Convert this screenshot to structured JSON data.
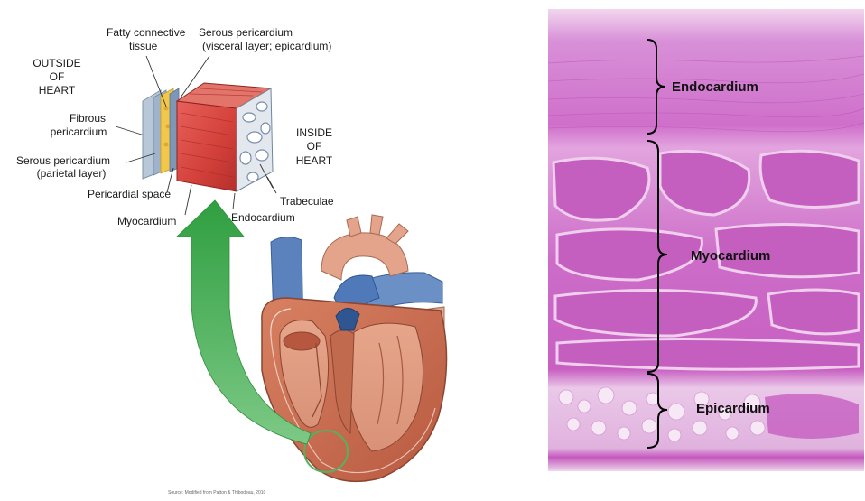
{
  "diagram": {
    "labels": {
      "fatty_line1": "Fatty connective",
      "fatty_line2": "tissue",
      "serous_visceral_line1": "Serous pericardium",
      "serous_visceral_line2": "(visceral layer; epicardium)",
      "outside_line1": "OUTSIDE",
      "outside_line2": "OF",
      "outside_line3": "HEART",
      "fibrous_line1": "Fibrous",
      "fibrous_line2": "pericardium",
      "serous_parietal_line1": "Serous pericardium",
      "serous_parietal_line2": "(parietal layer)",
      "pericardial_space": "Pericardial space",
      "myocardium": "Myocardium",
      "endocardium": "Endocardium",
      "trabeculae": "Trabeculae",
      "inside_line1": "INSIDE",
      "inside_line2": "OF",
      "inside_line3": "HEART"
    },
    "source_credit": "Source: Modified from Patton & Thibodeau, 2010"
  },
  "histology": {
    "labels": {
      "endocardium": "Endocardium",
      "myocardium": "Myocardium",
      "epicardium": "Epicardium"
    }
  },
  "colors": {
    "arrow_green": "#3aaa48",
    "circle_green": "#55b060",
    "muscle_red": "#d8443c",
    "heart_wall": "#c86a4c",
    "vessel_blue": "#4f79b8",
    "tissue_pink": "#d98ad8"
  }
}
